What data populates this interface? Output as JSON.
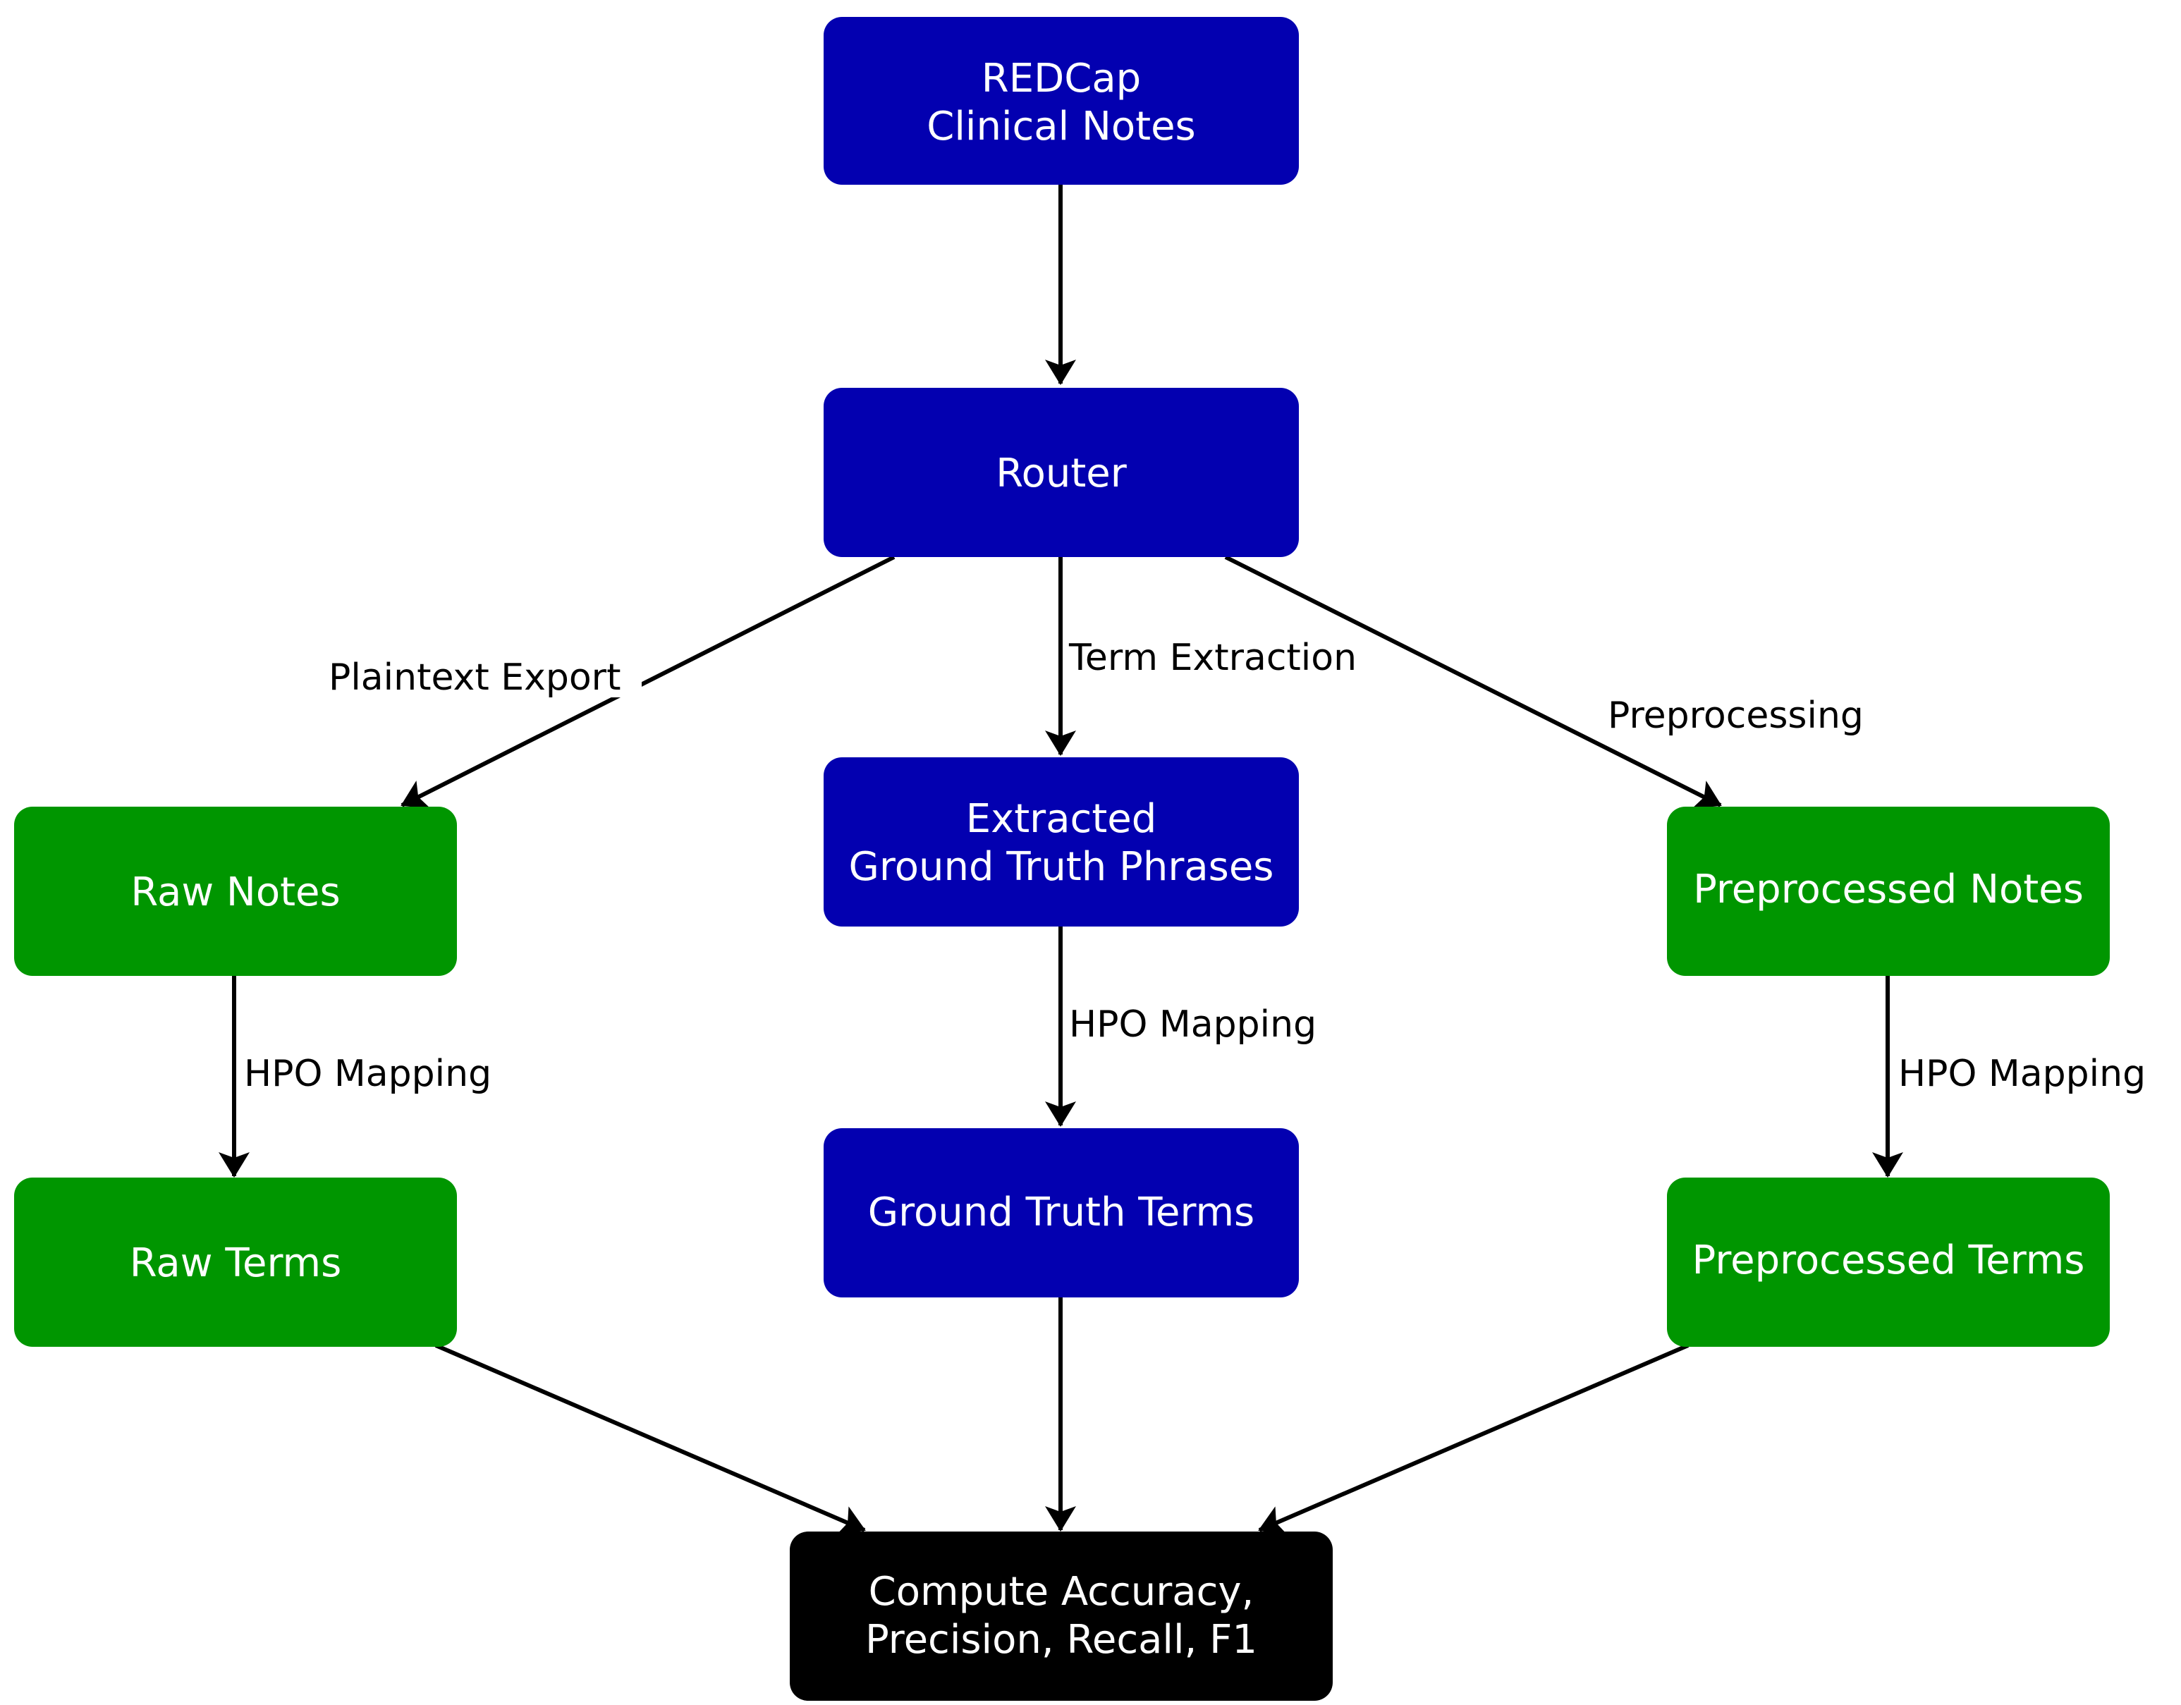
{
  "colors": {
    "blue_node": "#0300b0",
    "green_node": "#009600",
    "black_node": "#000000",
    "node_text": "#ffffff",
    "edge": "#000000"
  },
  "nodes": {
    "redcap": {
      "line1": "REDCap",
      "line2": "Clinical Notes"
    },
    "router": {
      "label": "Router"
    },
    "extracted": {
      "line1": "Extracted",
      "line2": "Ground Truth Phrases"
    },
    "ground_truth_terms": {
      "label": "Ground Truth Terms"
    },
    "raw_notes": {
      "label": "Raw Notes"
    },
    "raw_terms": {
      "label": "Raw Terms"
    },
    "preprocessed_notes": {
      "label": "Preprocessed Notes"
    },
    "preprocessed_terms": {
      "label": "Preprocessed Terms"
    },
    "compute": {
      "line1": "Compute Accuracy,",
      "line2": "Precision, Recall, F1"
    }
  },
  "edges": {
    "plaintext_export": "Plaintext Export",
    "term_extraction": "Term Extraction",
    "preprocessing": "Preprocessing",
    "hpo_mapping_raw": "HPO Mapping",
    "hpo_mapping_ground_truth": "HPO Mapping",
    "hpo_mapping_preprocessed": "HPO Mapping"
  }
}
